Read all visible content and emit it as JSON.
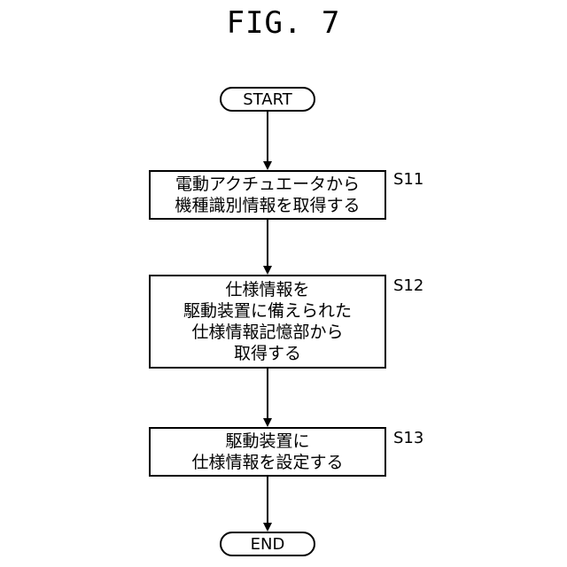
{
  "figure": {
    "title": "FIG. 7"
  },
  "flowchart": {
    "start_label": "START",
    "end_label": "END",
    "steps": [
      {
        "id": "S11",
        "lines": [
          "電動アクチュエータから",
          "機種識別情報を取得する"
        ]
      },
      {
        "id": "S12",
        "lines": [
          "仕様情報を",
          "駆動装置に備えられた",
          "仕様情報記憶部から",
          "取得する"
        ]
      },
      {
        "id": "S13",
        "lines": [
          "駆動装置に",
          "仕様情報を設定する"
        ]
      }
    ]
  }
}
